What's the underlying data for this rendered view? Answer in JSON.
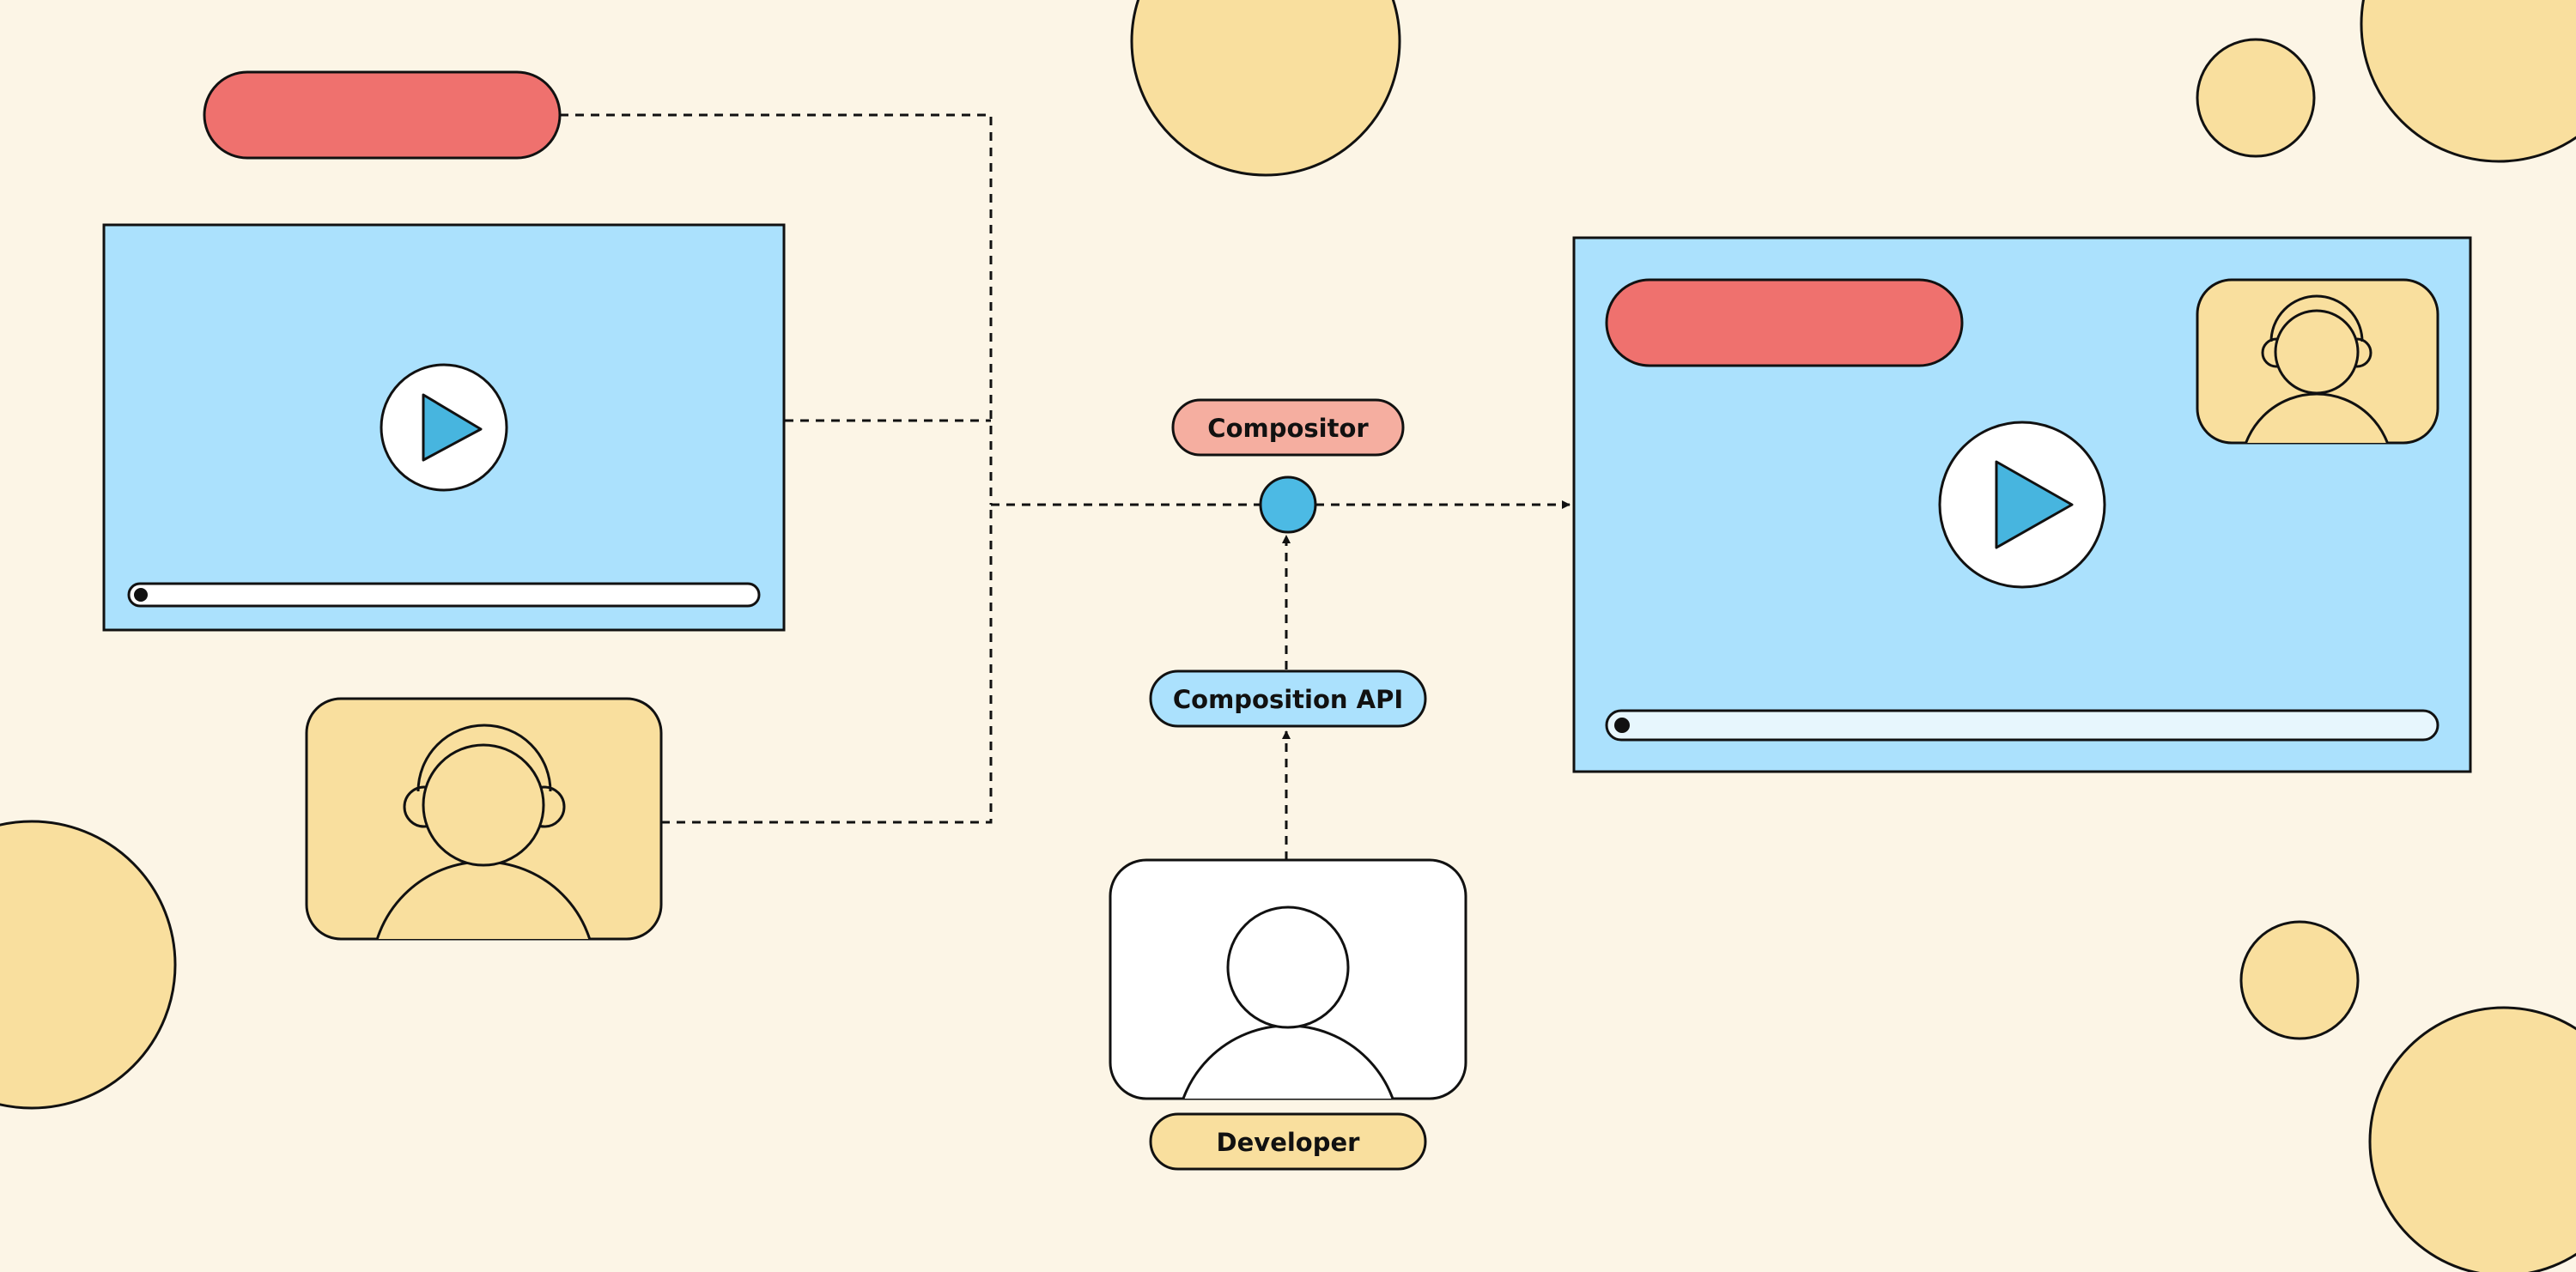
{
  "labels": {
    "compositor": "Compositor",
    "composition_api": "Composition API",
    "developer": "Developer"
  },
  "colors": {
    "background": "#fcf5e6",
    "circle_decor": "#f9df9e",
    "video_frame": "#abe1fd",
    "overlay_bar": "#ef716e",
    "play_triangle": "#47b5df",
    "node": "#4cbae4",
    "compositor_pill": "#f5aea0",
    "composition_api_pill": "#abe1fd",
    "developer_pill": "#f9df9e",
    "person_card": "#f9df9e",
    "developer_card": "#ffffff",
    "stroke": "#111111"
  },
  "icons": {
    "play": "play-icon",
    "person_headset": "person-with-headset-icon",
    "person": "person-icon",
    "arrow": "arrowhead-icon"
  }
}
